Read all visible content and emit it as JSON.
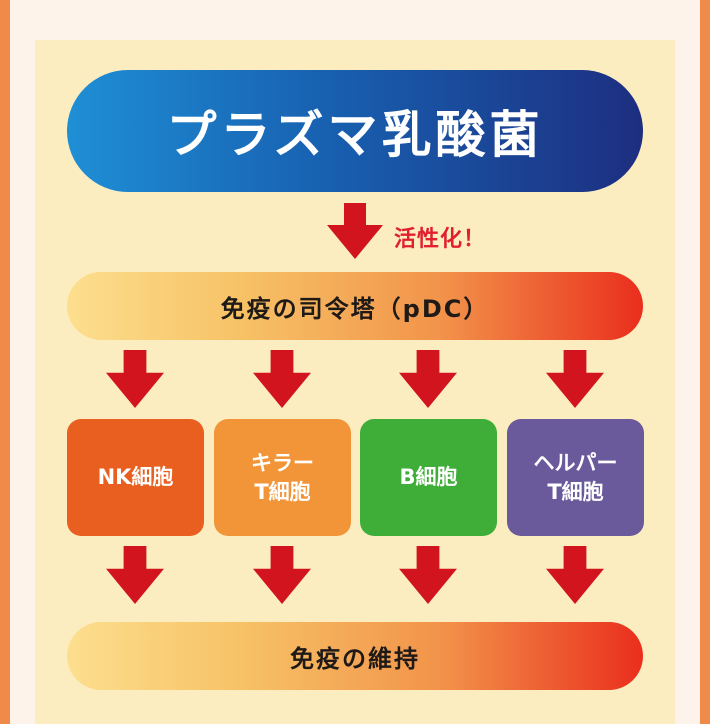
{
  "title": "プラズマ乳酸菌",
  "activate_label": "活性化！",
  "command_tower": "免疫の司令塔（pDC）",
  "cells": [
    {
      "label": "NK細胞",
      "color": "#e85f1f"
    },
    {
      "label": "キラー\nT細胞",
      "color": "#f29539"
    },
    {
      "label": "B細胞",
      "color": "#3fae39"
    },
    {
      "label": "ヘルパー\nT細胞",
      "color": "#6a5a9c"
    }
  ],
  "result": "免疫の維持",
  "colors": {
    "arrow": "#d2141f",
    "frame": "#ef8a4b",
    "panel": "#fcedc0"
  }
}
